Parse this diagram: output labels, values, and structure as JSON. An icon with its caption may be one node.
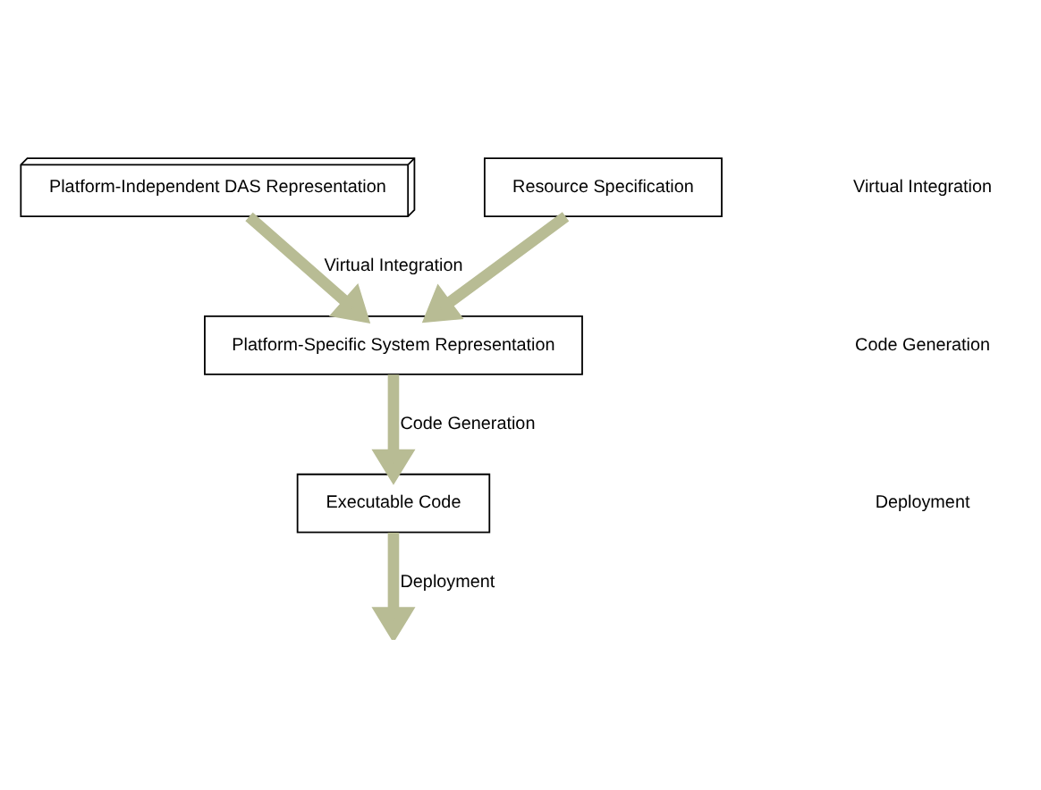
{
  "diagram": {
    "nodes": [
      {
        "text": [
          "Platform-Independent DAS Representation"
        ]
      },
      {
        "text": [
          "Resource Specification"
        ]
      },
      {
        "text": [
          "Platform-Specific System Representation"
        ]
      },
      {
        "text": [
          "Executable Code"
        ]
      }
    ],
    "edges": [
      {
        "from": 0,
        "to": 2,
        "arrow": "to",
        "label": "Virtual Integration"
      },
      {
        "from": 1,
        "to": 2,
        "arrow": "to"
      },
      {
        "from": 2,
        "to": 3,
        "arrow": "to",
        "label": "Code Generation"
      },
      {
        "from": 3,
        "to": null,
        "arrow": "to",
        "label": "Deployment"
      }
    ],
    "labels": [
      "Virtual Integration",
      "Code Generation",
      "Deployment"
    ]
  }
}
